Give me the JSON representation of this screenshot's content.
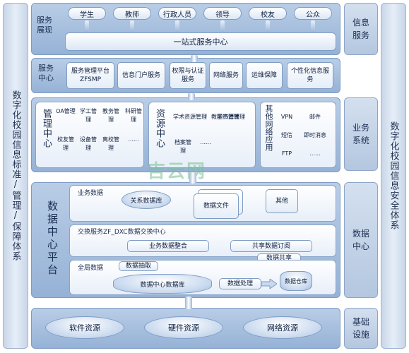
{
  "left_side": {
    "label": "数字化校园信息标准/管理/保障体系"
  },
  "right_side": {
    "label": "数字化校园信息安全体系"
  },
  "service_layer": {
    "title": "服务展现",
    "audiences": [
      "学生",
      "教师",
      "行政人员",
      "领导",
      "校友",
      "公众"
    ],
    "hub": "一站式服务中心",
    "tag": "信息服务"
  },
  "service_center": {
    "title": "服务中心",
    "items": [
      "服务管理平台 ZFSMP",
      "信息门户服务",
      "权限与认证服务",
      "网络服务",
      "运维保障",
      "个性化信息服务"
    ],
    "tag": "业务系统"
  },
  "business": {
    "mgmt_title": "管理中心",
    "mgmt_cells": [
      "OA管理",
      "学工管理",
      "教务管理",
      "科研管理",
      "校友管理",
      "设备管理",
      "离校管理",
      "......"
    ],
    "resource_title": "资源中心",
    "resource_cells": [
      "学术资源管理",
      "教学资源管理",
      "图书管理",
      "档案管理",
      "......"
    ],
    "other_title": "其他网络应用",
    "other_cells": [
      "VPN",
      "邮件",
      "短信",
      "即时消息",
      "FTP",
      "......"
    ],
    "watermark": "吉云网"
  },
  "data_center": {
    "title": "数据中心平台",
    "biz_data_label": "业务数据",
    "relational_db": "关系数据库",
    "data_file": "数据文件",
    "other": "其他",
    "exchange_label": "交换服务ZF_DXC数据交换中心",
    "integrate": "业务数据整合",
    "subscribe": "共享数据订阅",
    "share": "数据共享",
    "global_label": "全局数据",
    "extract": "数据抽取",
    "center_db": "数据中心数据库",
    "process": "数据处理",
    "warehouse": "数据仓库",
    "tag": "数据中心"
  },
  "infra": {
    "items": [
      "软件资源",
      "硬件资源",
      "网络资源"
    ],
    "tag": "基础设施"
  }
}
